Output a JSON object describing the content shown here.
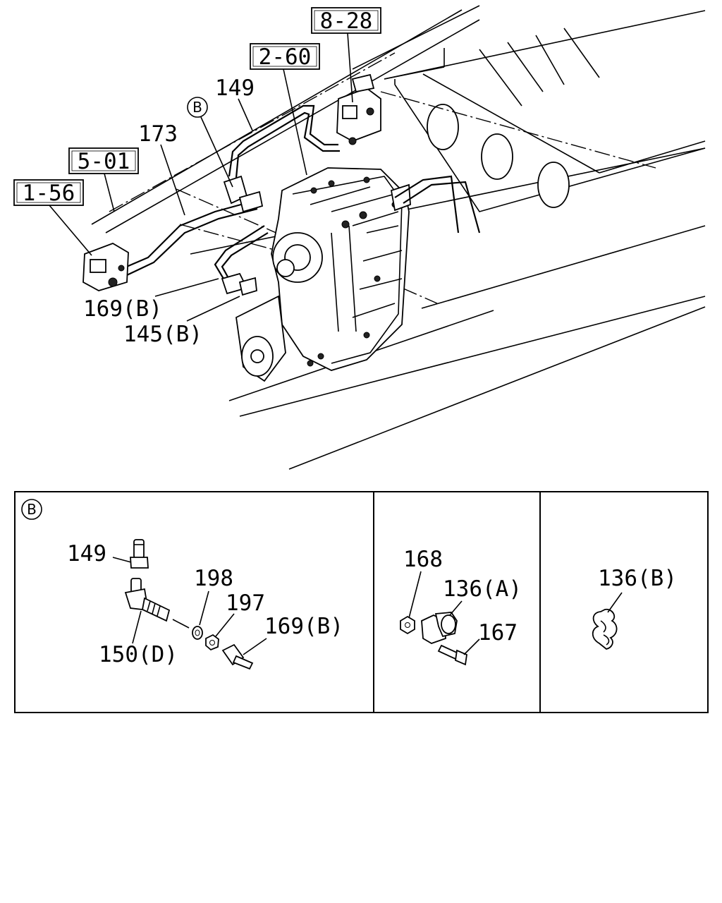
{
  "upper_view": {
    "refs": {
      "r8_28": "8-28",
      "r2_60": "2-60",
      "r5_01": "5-01",
      "r1_56": "1-56"
    },
    "callouts": {
      "c149": "149",
      "c173": "173",
      "c169b": "169(B)",
      "c145b": "145(B)"
    },
    "circle_b": "B"
  },
  "detail_b": {
    "circle_b": "B",
    "c149": "149",
    "c198": "198",
    "c197": "197",
    "c169b": "169(B)",
    "c150d": "150(D)"
  },
  "detail_clamp": {
    "c168": "168",
    "c136a": "136(A)",
    "c167": "167"
  },
  "detail_clip": {
    "c136b": "136(B)"
  }
}
